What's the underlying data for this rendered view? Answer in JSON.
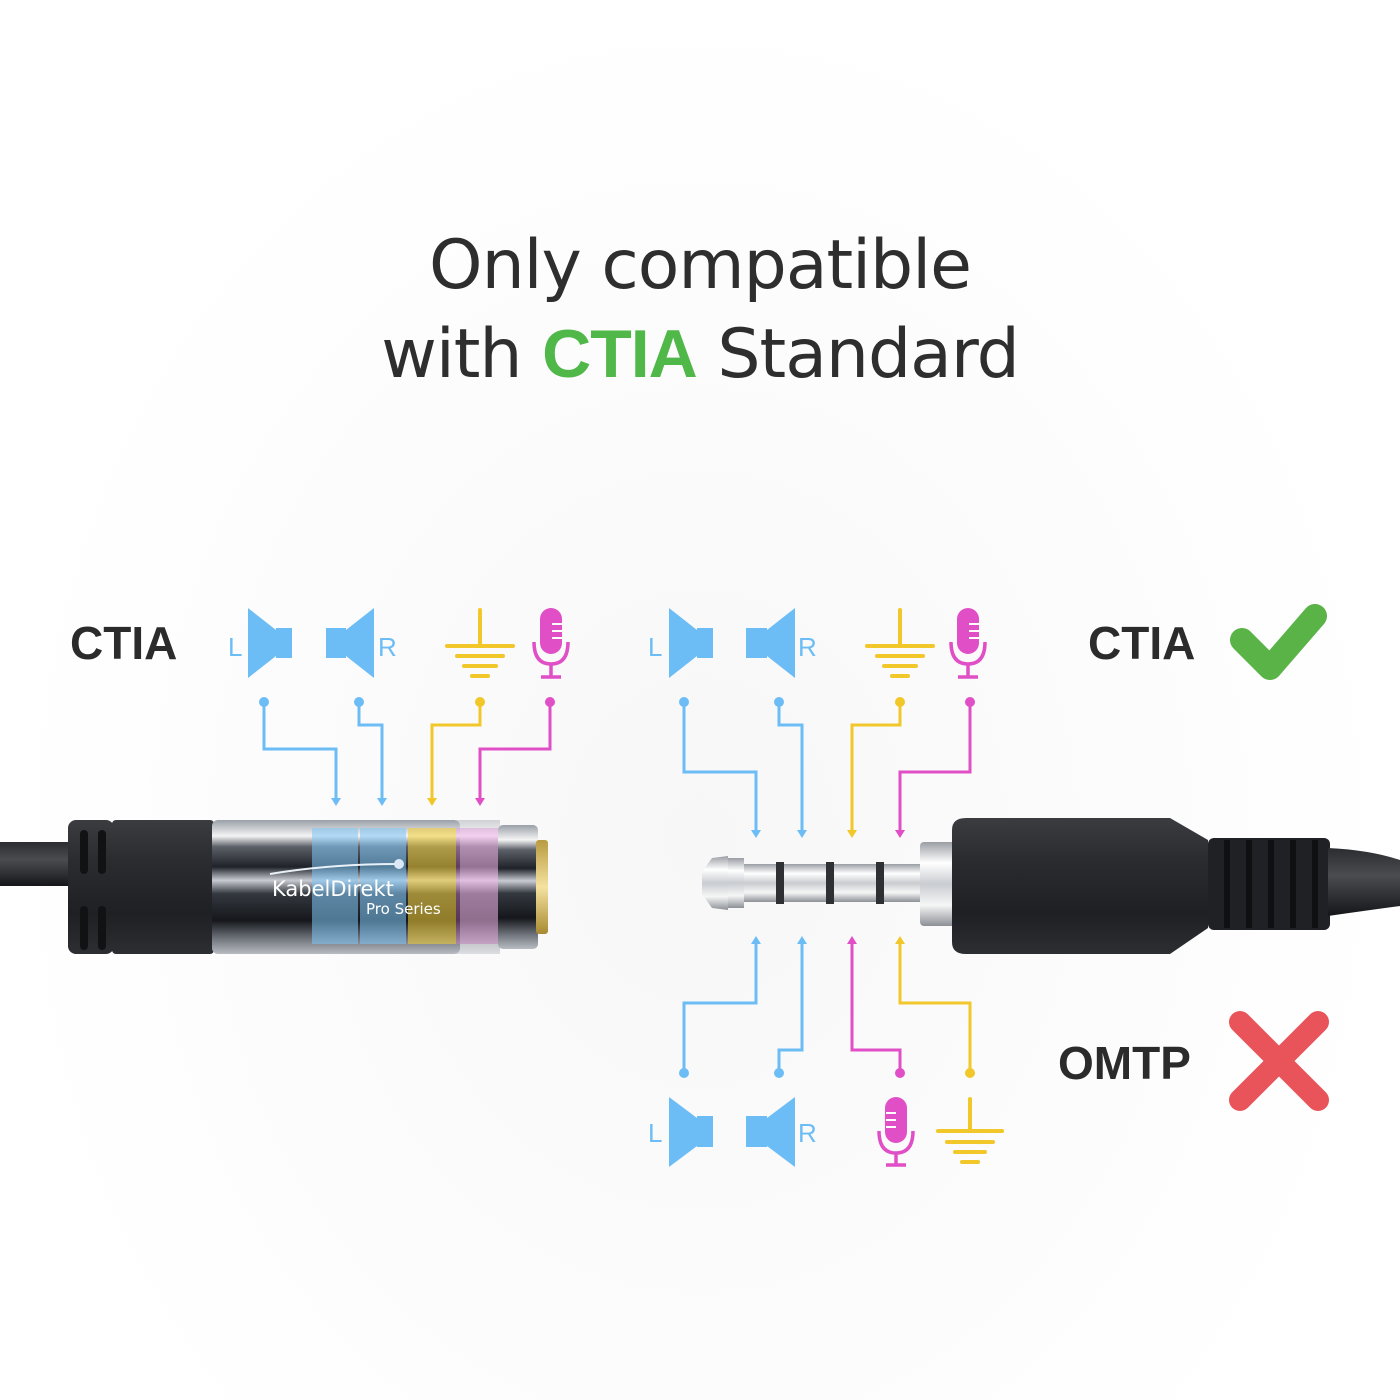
{
  "title": {
    "line1": "Only compatible",
    "line2_prefix": "with ",
    "line2_accent": "CTIA",
    "line2_suffix": " Standard"
  },
  "labels": {
    "left_standard": "CTIA",
    "right_top_standard": "CTIA",
    "right_bottom_standard": "OMTP"
  },
  "status": {
    "ctia": "check-icon",
    "omtp": "cross-icon"
  },
  "channel_labels": {
    "left": "L",
    "right": "R"
  },
  "product": {
    "brand": "KabelDirekt",
    "series": "Pro Series"
  },
  "pin_order": {
    "ctia": [
      "left-speaker",
      "right-speaker",
      "ground",
      "microphone"
    ],
    "omtp": [
      "left-speaker",
      "right-speaker",
      "microphone",
      "ground"
    ]
  },
  "colors": {
    "accent_green": "#4fb848",
    "check_green": "#5ab347",
    "cross_red": "#e8545a",
    "speaker_blue": "#6cbdf5",
    "ground_yellow": "#f2c72a",
    "mic_magenta": "#e04fc6",
    "text_dark": "#2b2b2b"
  }
}
